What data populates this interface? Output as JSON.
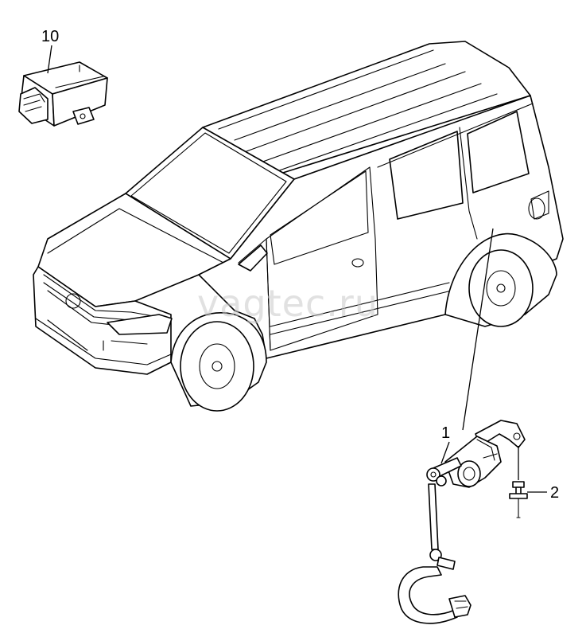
{
  "watermark": "vagtec.ru",
  "callouts": [
    {
      "id": "callout-10",
      "label": "10"
    },
    {
      "id": "callout-1",
      "label": "1"
    },
    {
      "id": "callout-2",
      "label": "2"
    }
  ],
  "parts": {
    "control_unit": "control-unit",
    "vehicle": "van",
    "level_sensor": "level-sensor",
    "rivet": "rivet"
  }
}
